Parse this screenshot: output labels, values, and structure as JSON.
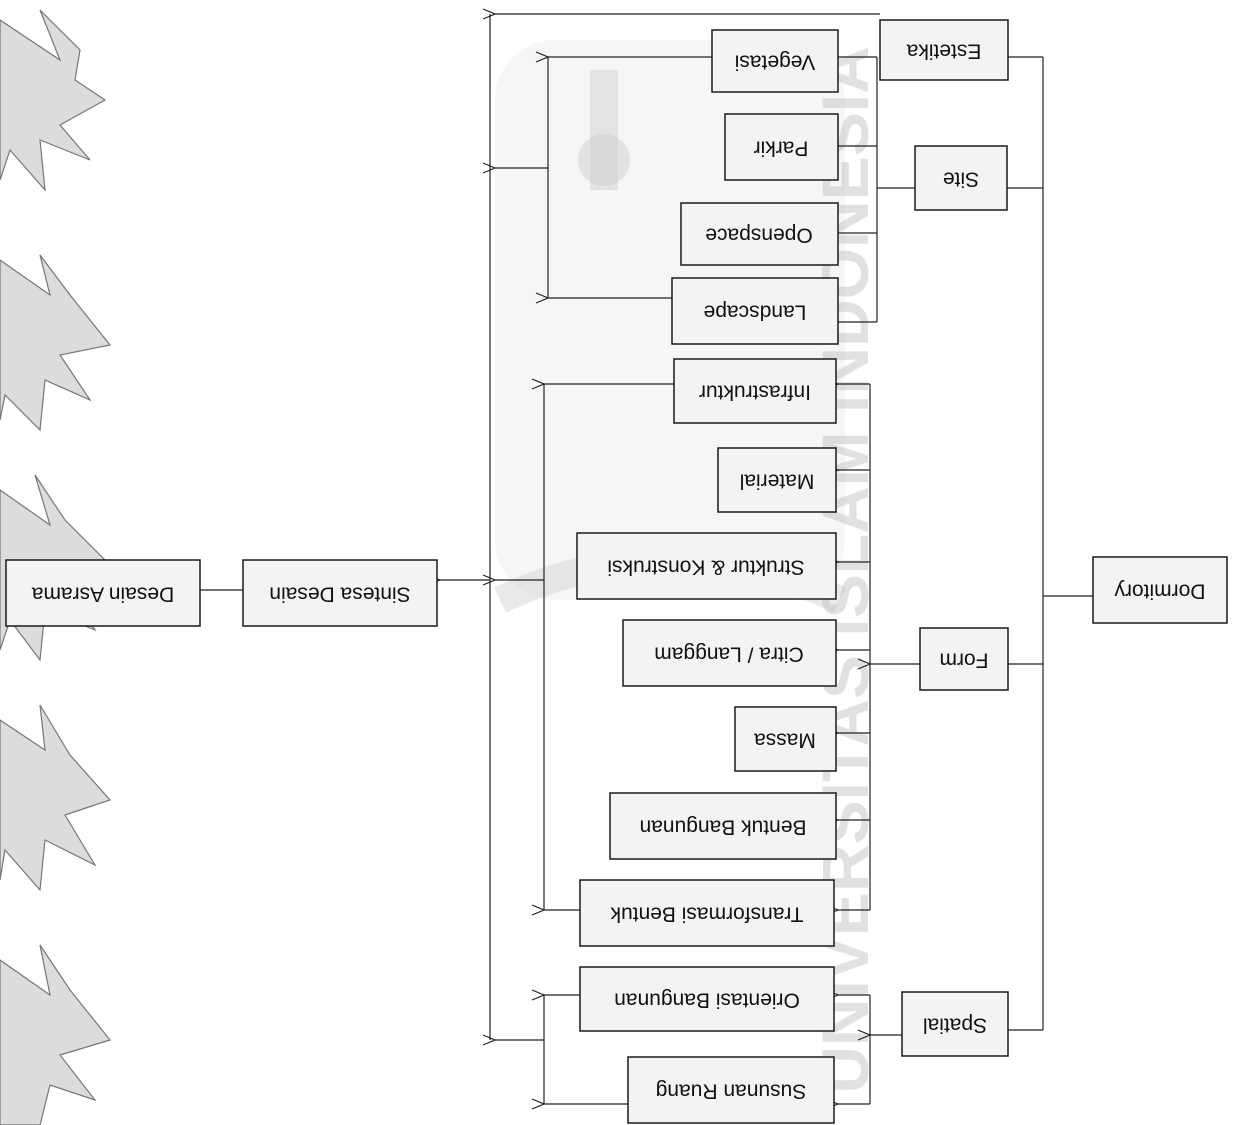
{
  "watermark": {
    "text": "UNIVERSITAS ISLAM INDONESIA"
  },
  "boxes": {
    "estetika": "Estetika",
    "vegetasi": "Vegetasi",
    "parkir": "Parkir",
    "site": "Site",
    "openspace": "Openspace",
    "landscape": "Landscape",
    "infrastruktur": "Infrastruktur",
    "material": "Material",
    "struktur": "Struktur & Konstruksi",
    "dormitory": "Dormitory",
    "citra": "Citra / Langgam",
    "form": "Form",
    "massa": "Massa",
    "bentuk": "Bentuk Bangunan",
    "transformasi": "Transformasi Bentuk",
    "orientasi": "Orientasi Bangunan",
    "spatial": "Spatial",
    "susunan": "Susunan Ruang",
    "sintesa": "Sintesa Desain",
    "desain": "Desain Asrama"
  }
}
